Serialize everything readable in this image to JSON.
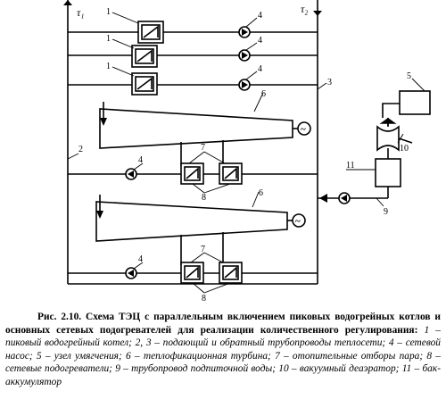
{
  "diagram": {
    "supply_label": "τ₁",
    "return_label": "τ₂",
    "num_1": "1",
    "num_2": "2",
    "num_3": "3",
    "num_4": "4",
    "num_5": "5",
    "num_6": "6",
    "num_7": "7",
    "num_8": "8",
    "num_9": "9",
    "num_10": "10",
    "num_11": "11",
    "generator_symbol": "~"
  },
  "caption": {
    "title": "Рис. 2.10. Схема ТЭЦ с параллельным включением пиковых водогрейных котлов и основных сетевых подогревателей для реализации количественного регулирования:",
    "legend": " 1 – пиковый водогрейный котел; 2, 3 – подающий и обратный трубопроводы теплосети; 4 – сетевой насос; 5 – узел умягчения; 6 – теплофикационная турбина; 7 – отопительные отборы пара; 8 – сетевые подогреватели; 9 – трубопровод подпиточной воды; 10 – вакуумный деаэратор; 11 – бак-аккумулятор"
  }
}
